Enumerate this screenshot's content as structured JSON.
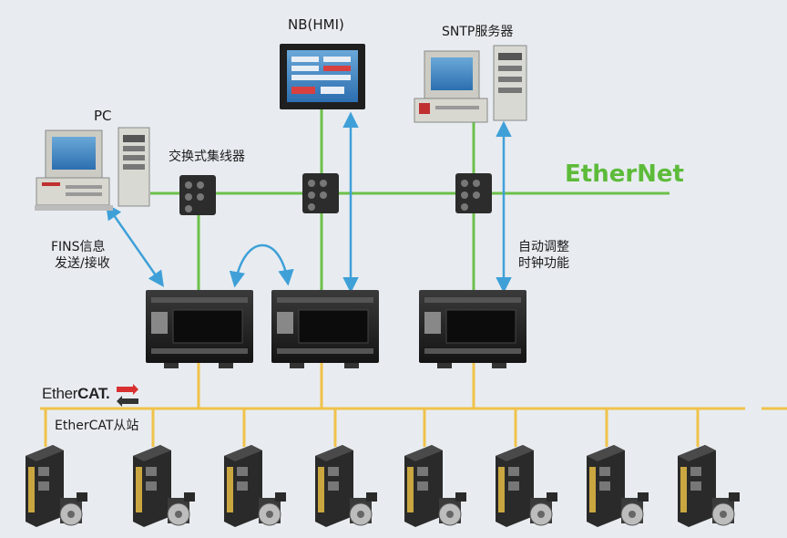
{
  "labels": {
    "hmi": "NB(HMI)",
    "sntp": "SNTP服务器",
    "pc": "PC",
    "switch": "交换式集线器",
    "ethernet": "EtherNet",
    "fins_line1": "FINS信息",
    "fins_line2": "发送/接收",
    "clock_line1": "自动调整",
    "clock_line2": "时钟功能",
    "ethercat_logo_light": "Ether",
    "ethercat_logo_bold": "CAT.",
    "ethercat_slave": "EtherCAT从站"
  },
  "colors": {
    "ethernet_line": "#6cc04a",
    "ethercat_line": "#f0c24a",
    "arrow": "#3fa0d8",
    "background": "#e8ecf0"
  },
  "icons": [
    "pc-icon",
    "server-icon",
    "hmi-icon",
    "switch-icon",
    "plc-icon",
    "servo-drive-icon",
    "servo-motor-icon"
  ]
}
